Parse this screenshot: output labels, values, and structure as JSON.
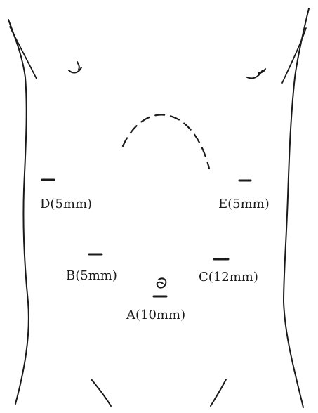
{
  "diagram": {
    "title": "",
    "ports": [
      {
        "id": "D",
        "label": "D(5mm)"
      },
      {
        "id": "E",
        "label": "E(5mm)"
      },
      {
        "id": "B",
        "label": "B(5mm)"
      },
      {
        "id": "C",
        "label": "C(12mm)"
      },
      {
        "id": "A",
        "label": "A(10mm)"
      }
    ]
  },
  "colors": {
    "ink": "#1a1a1a",
    "background": "#ffffff"
  }
}
